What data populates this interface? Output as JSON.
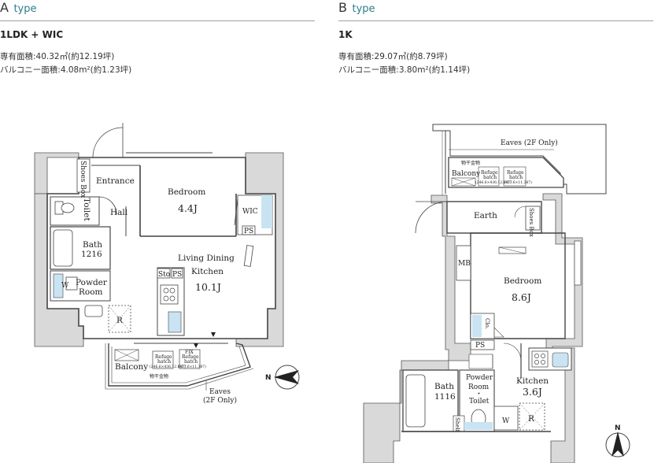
{
  "a": {
    "letter": "A",
    "type_word": "type",
    "layout": "1LDK + WIC",
    "area_private": "専有面積:40.32㎡(約12.19坪)",
    "area_balcony": "バルコニー面積:4.08m²(約1.23坪)",
    "rooms": {
      "shoes_box": "Shoes Box",
      "entrance": "Entrance",
      "bedroom": "Bedroom",
      "bedroom_size": "4.4J",
      "toilet": "Toilet",
      "hall": "Hall",
      "wic": "WIC",
      "ps_wic": "PS",
      "bath": "Bath",
      "bath_size": "1216",
      "ldk_1": "Living Dining",
      "ldk_2": "Kitchen",
      "ldk_size": "10.1J",
      "sto": "Sto",
      "ps_kitchen": "PS",
      "powder_1": "Powder",
      "powder_2": "Room",
      "w": "W",
      "r": "R",
      "balcony": "Balcony",
      "refuge1_1": "Refuge",
      "refuge1_2": "hatch",
      "refuge1_3": "(246.6×436.12.947)",
      "refuge2_0": "FIX",
      "refuge2_1": "Refuge",
      "refuge2_2": "hatch",
      "refuge2_3": "(357.6×11.387)",
      "hoshi": "物干金物",
      "eaves": "Eaves",
      "eaves_note": "(2F Only)",
      "north": "N"
    }
  },
  "b": {
    "letter": "B",
    "type_word": "type",
    "layout": "1K",
    "area_private": "専有面積:29.07㎡(約8.79坪)",
    "area_balcony": "バルコニー面積:3.80m²(約1.14坪)",
    "rooms": {
      "eaves": "Eaves (2F Only)",
      "hoshi": "物干金物",
      "balcony": "Balcony",
      "refuge1_1": "Refuge",
      "refuge1_2": "hatch",
      "refuge1_3": "(246.6×436.12.947)",
      "refuge2_1": "Refuge",
      "refuge2_2": "hatch",
      "refuge2_3": "(357.6×11.387)",
      "earth": "Earth",
      "shoes_box": "Shoes Box",
      "mb": "MB",
      "bedroom": "Bedroom",
      "bedroom_size": "8.6J",
      "clo": "Clo.",
      "ps": "PS",
      "powder_1": "Powder",
      "powder_2": "Room",
      "powder_3": "・",
      "powder_4": "Toilet",
      "bath": "Bath",
      "bath_size": "1116",
      "kitchen": "Kitchen",
      "kitchen_size": "3.6J",
      "shelf": "Shelf",
      "w": "W",
      "r": "R",
      "north": "N"
    }
  },
  "colors": {
    "wall": "#d9d9d9",
    "wall_edge": "#555555",
    "accent": "#2d7d8c",
    "water": "#c9e3f2"
  }
}
